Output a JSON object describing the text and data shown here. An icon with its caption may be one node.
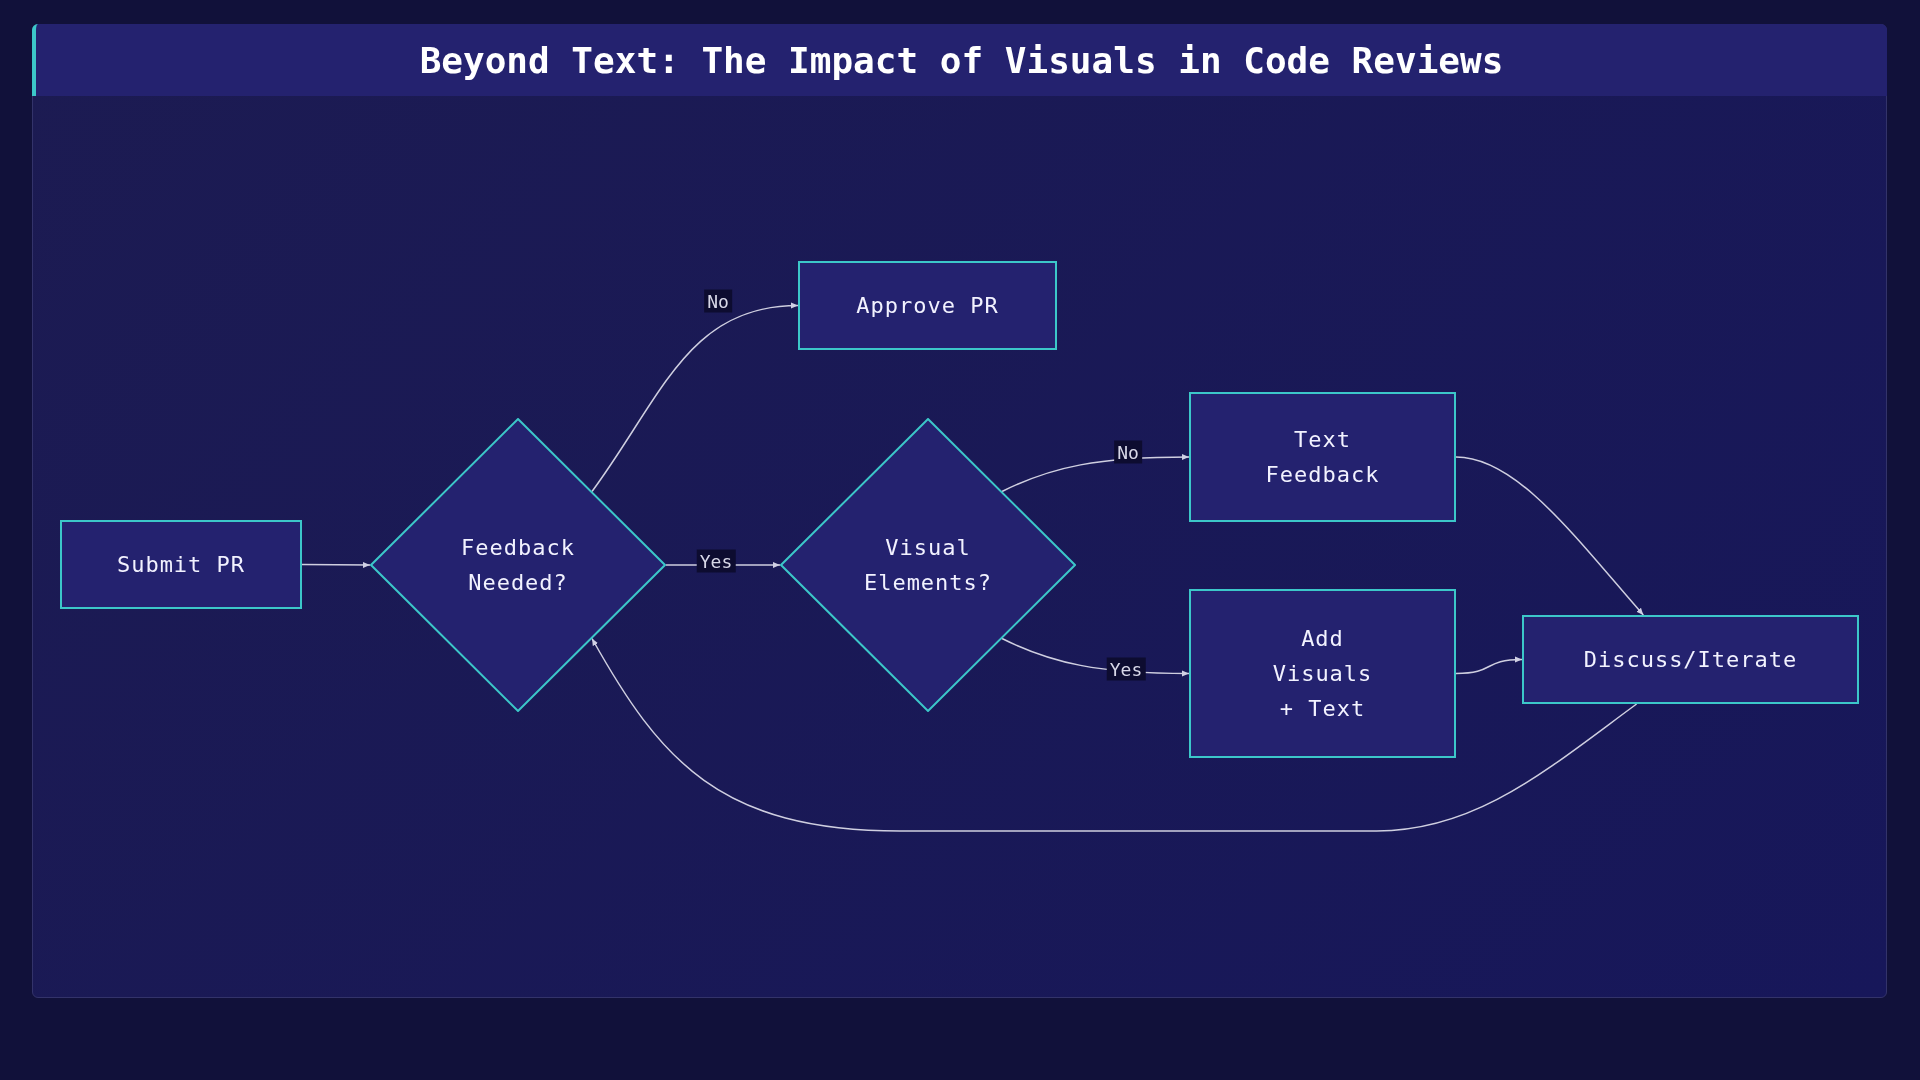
{
  "diagram": {
    "title": "Beyond Text: The Impact of Visuals in Code Reviews",
    "nodes": [
      {
        "text": [
          "Submit PR"
        ]
      },
      {
        "text": [
          "Feedback Needed?"
        ]
      },
      {
        "text": [
          "Approve PR"
        ]
      },
      {
        "text": [
          "Visual Elements?"
        ]
      },
      {
        "text": [
          "Text Feedback"
        ]
      },
      {
        "text": [
          "Add Visuals + Text"
        ]
      },
      {
        "text": [
          "Discuss/Iterate"
        ]
      }
    ],
    "edges": [
      {
        "from": 0,
        "to": 1,
        "arrow": "to"
      },
      {
        "from": 1,
        "to": 2,
        "arrow": "to",
        "label": "No"
      },
      {
        "from": 1,
        "to": 3,
        "arrow": "to",
        "label": "Yes"
      },
      {
        "from": 3,
        "to": 4,
        "arrow": "to",
        "label": "No"
      },
      {
        "from": 3,
        "to": 5,
        "arrow": "to",
        "label": "Yes"
      },
      {
        "from": 4,
        "to": 6,
        "arrow": "to"
      },
      {
        "from": 5,
        "to": 6,
        "arrow": "to"
      },
      {
        "from": 6,
        "to": 1,
        "arrow": "to"
      }
    ]
  }
}
